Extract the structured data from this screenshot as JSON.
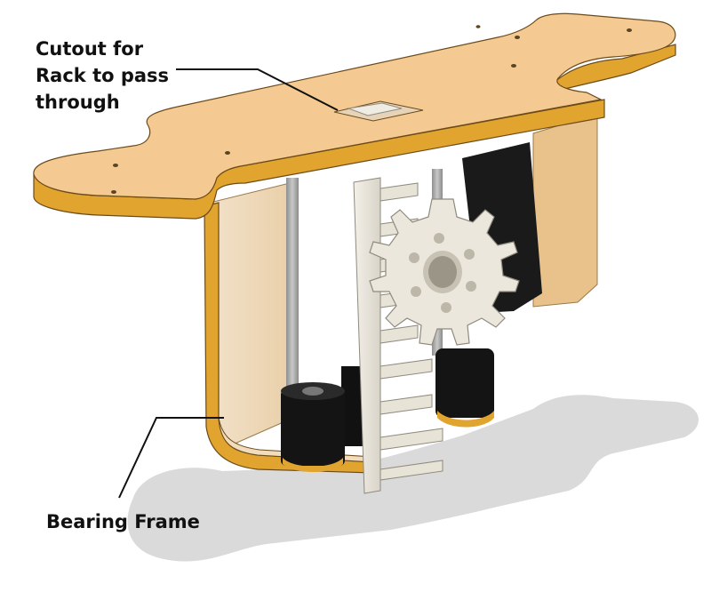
{
  "annotations": {
    "cutout_lines": [
      "Cutout for",
      "Rack to pass",
      "through"
    ],
    "bearing_label": "Bearing Frame"
  },
  "colors": {
    "frame_top": "#f4c992",
    "frame_edge": "#e1a42f",
    "frame_inner": "#f0dcc0",
    "gear": "#ece7dc",
    "bearing": "#141414",
    "shaft": "#a9a9a9",
    "shadow": "#dadada",
    "leader": "#111111"
  }
}
